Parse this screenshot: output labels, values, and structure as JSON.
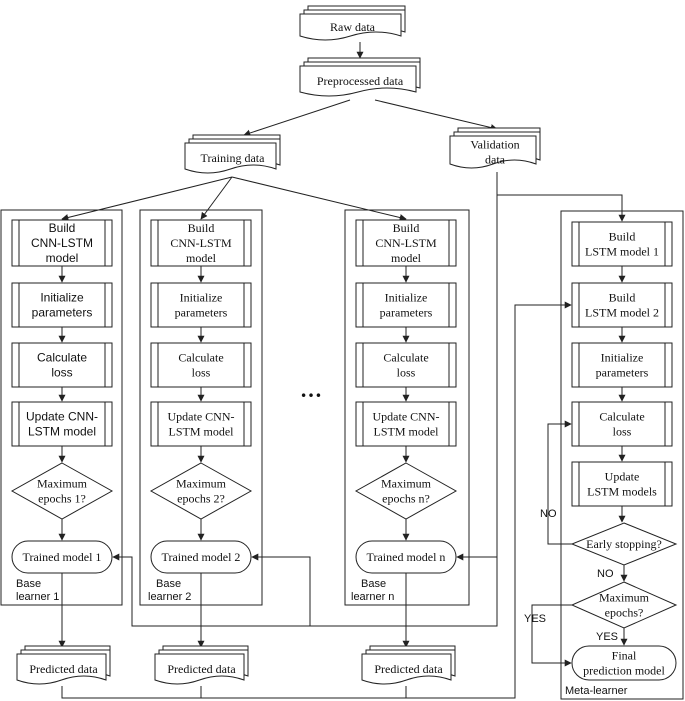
{
  "nodes": {
    "raw_data": [
      "Raw data"
    ],
    "preprocessed_data": [
      "Preprocessed data"
    ],
    "training_data": [
      "Training data"
    ],
    "validation_data": [
      "Validation",
      "data"
    ],
    "b1_build": [
      "Build",
      "CNN-LSTM",
      "model"
    ],
    "b1_init": [
      "Initialize",
      "parameters"
    ],
    "b1_loss": [
      "Calculate",
      "loss"
    ],
    "b1_update": [
      "Update CNN-",
      "LSTM model"
    ],
    "b1_max": [
      "Maximum",
      "epochs 1?"
    ],
    "b1_trained": [
      "Trained model 1"
    ],
    "b1_pred": [
      "Predicted data"
    ],
    "b2_build": [
      "Build",
      "CNN-LSTM",
      "model"
    ],
    "b2_init": [
      "Initialize",
      "parameters"
    ],
    "b2_loss": [
      "Calculate",
      "loss"
    ],
    "b2_update": [
      "Update CNN-",
      "LSTM model"
    ],
    "b2_max": [
      "Maximum",
      "epochs 2?"
    ],
    "b2_trained": [
      "Trained model 2"
    ],
    "b2_pred": [
      "Predicted data"
    ],
    "bn_build": [
      "Build",
      "CNN-LSTM",
      "model"
    ],
    "bn_init": [
      "Initialize",
      "parameters"
    ],
    "bn_loss": [
      "Calculate",
      "loss"
    ],
    "bn_update": [
      "Update CNN-",
      "LSTM model"
    ],
    "bn_max": [
      "Maximum",
      "epochs n?"
    ],
    "bn_trained": [
      "Trained model n"
    ],
    "bn_pred": [
      "Predicted data"
    ],
    "m_build1": [
      "Build",
      "LSTM model 1"
    ],
    "m_build2": [
      "Build",
      "LSTM model 2"
    ],
    "m_init": [
      "Initialize",
      "parameters"
    ],
    "m_loss": [
      "Calculate",
      "loss"
    ],
    "m_update": [
      "Update",
      "LSTM models"
    ],
    "m_early": [
      "Early stopping?"
    ],
    "m_max": [
      "Maximum",
      "epochs?"
    ],
    "m_final": [
      "Final",
      "prediction model"
    ]
  },
  "group_labels": {
    "base1": [
      "Base",
      "learner 1"
    ],
    "base2": [
      "Base",
      "learner 2"
    ],
    "basen": [
      "Base",
      "learner n"
    ],
    "meta": [
      "Meta-learner"
    ]
  },
  "ellipsis": "…",
  "edge_labels": {
    "no_top": "NO",
    "no_bottom": "NO",
    "yes_left": "YES",
    "yes_bottom": "YES"
  }
}
